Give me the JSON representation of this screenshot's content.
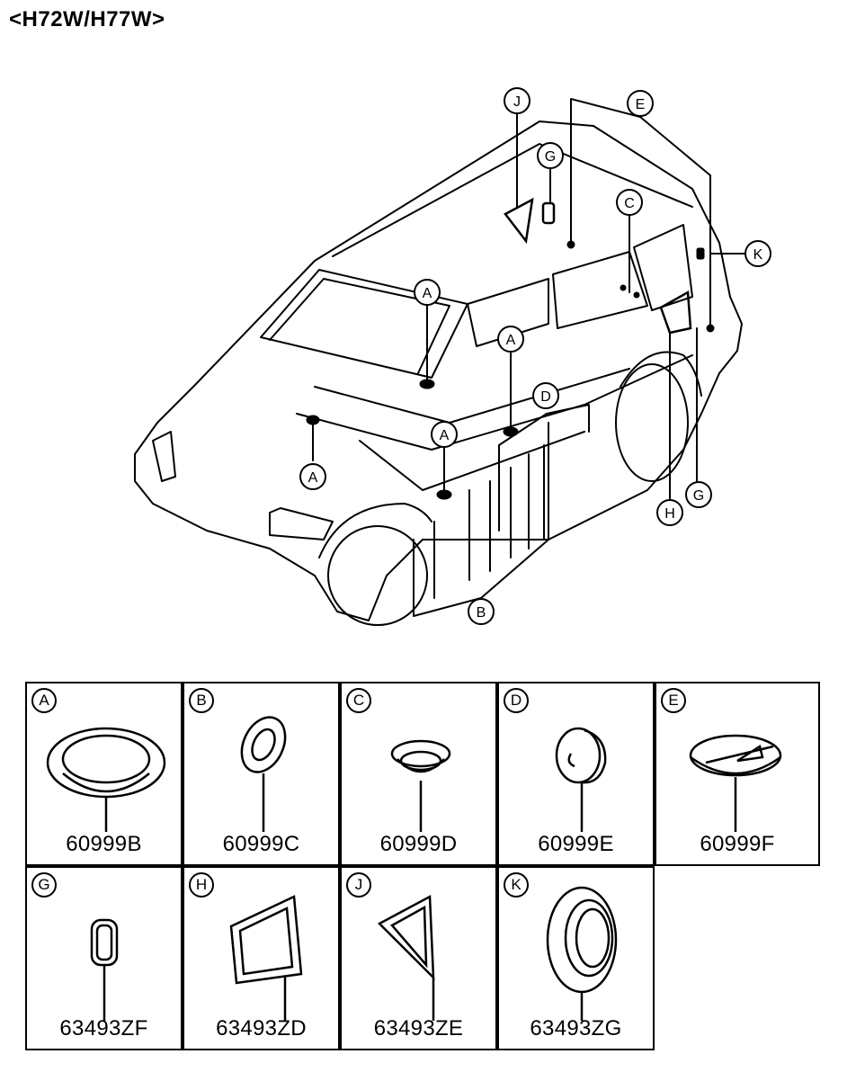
{
  "title": "<H72W/H77W>",
  "callouts": {
    "A": "A",
    "B": "B",
    "C": "C",
    "D": "D",
    "E": "E",
    "G": "G",
    "H": "H",
    "J": "J",
    "K": "K"
  },
  "parts": [
    {
      "letter": "A",
      "part_number": "60999B"
    },
    {
      "letter": "B",
      "part_number": "60999C"
    },
    {
      "letter": "C",
      "part_number": "60999D"
    },
    {
      "letter": "D",
      "part_number": "60999E"
    },
    {
      "letter": "E",
      "part_number": "60999F"
    },
    {
      "letter": "G",
      "part_number": "63493ZF"
    },
    {
      "letter": "H",
      "part_number": "63493ZD"
    },
    {
      "letter": "J",
      "part_number": "63493ZE"
    },
    {
      "letter": "K",
      "part_number": "63493ZG"
    }
  ]
}
